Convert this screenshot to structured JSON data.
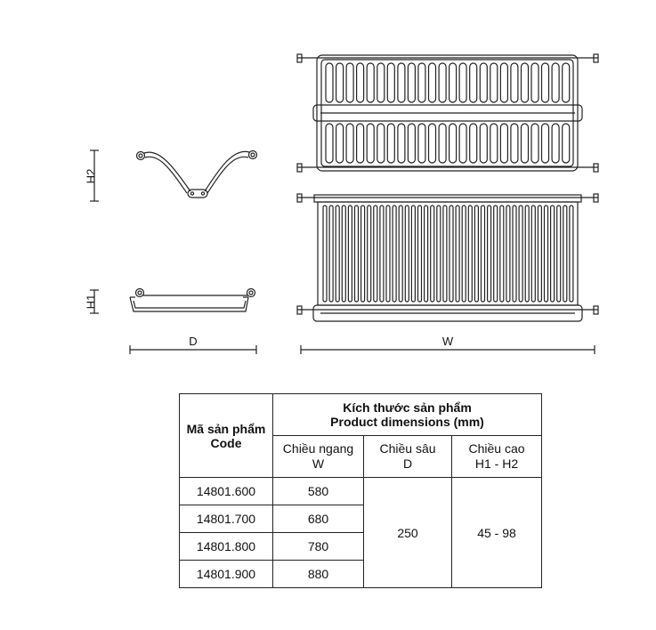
{
  "drawing": {
    "labels": {
      "h2": "H2",
      "h1": "H1",
      "d": "D",
      "w": "W"
    }
  },
  "table": {
    "code_header": {
      "vi": "Mã sản phẩm",
      "en": "Code"
    },
    "dims_header": {
      "vi": "Kích thước sản phẩm",
      "en": "Product dimensions (mm)"
    },
    "columns": [
      {
        "vi": "Chiều ngang",
        "sym": "W"
      },
      {
        "vi": "Chiều sâu",
        "sym": "D"
      },
      {
        "vi": "Chiều cao",
        "sym": "H1 - H2"
      }
    ],
    "rows": [
      {
        "code": "14801.600",
        "w": "580"
      },
      {
        "code": "14801.700",
        "w": "680"
      },
      {
        "code": "14801.800",
        "w": "780"
      },
      {
        "code": "14801.900",
        "w": "880"
      }
    ],
    "depth": "250",
    "height": "45 - 98"
  }
}
